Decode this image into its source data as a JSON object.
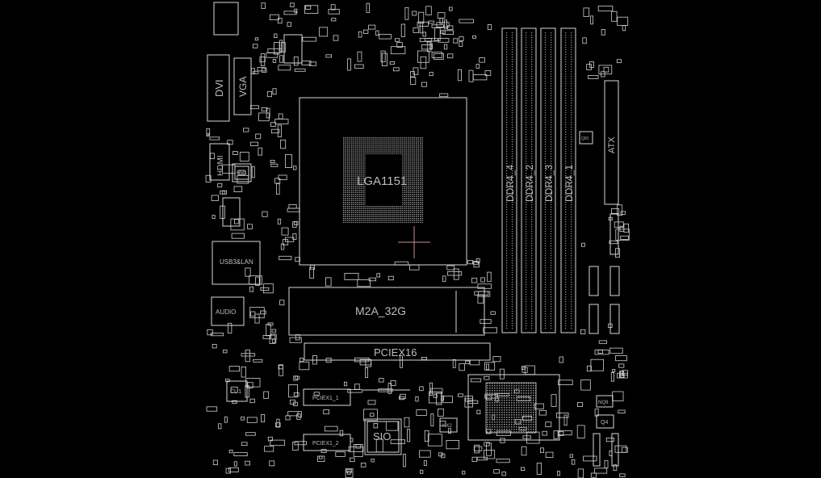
{
  "board": {
    "connectors": {
      "dvi": "DVI",
      "vga": "VGA",
      "hdmi": "HDMI",
      "hm1": "HM1",
      "usb_lan": "USB3&LAN",
      "audio": "AUDIO",
      "atx": "ATX",
      "m2": "M2A_32G",
      "pciex16": "PCIEX16",
      "pciex1_1": "PCIEX1_1",
      "pciex1_2": "PCIEX1_2"
    },
    "cpu_socket": "LGA1151",
    "dimm_slots": [
      "DDR4_4",
      "DDR4_2",
      "DDR4_3",
      "DDR4_1"
    ],
    "chips": {
      "sio": "SIO",
      "cu1": "CU1",
      "nx2": "NX2",
      "q4": "Q4",
      "nq9": "NQ9",
      "q91": "Q91"
    },
    "colors": {
      "outline": "#d8d8d8",
      "background": "#000000",
      "cursor": "#c89090"
    }
  }
}
